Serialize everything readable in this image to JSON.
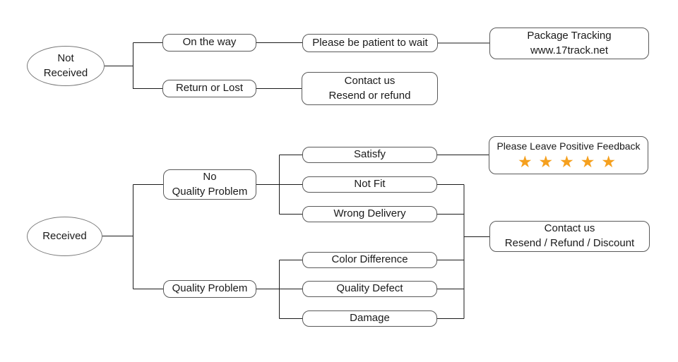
{
  "diagram": {
    "background_color": "#ffffff",
    "line_color": "#1a1a1a",
    "star_color": "#f5a01e",
    "not_received_flow": {
      "root": "Not\nReceived",
      "on_the_way": "On the way",
      "please_be_patient": "Please be patient to wait",
      "package_tracking": "Package Tracking\nwww.17track.net",
      "return_or_lost": "Return or Lost",
      "contact_us": "Contact us\nResend or refund"
    },
    "received_flow": {
      "root": "Received",
      "no_quality_problem": "No\nQuality Problem",
      "satisfy": "Satisfy",
      "not_fit": "Not Fit",
      "wrong_delivery": "Wrong Delivery",
      "feedback_title": "Please Leave Positive Feedback",
      "feedback_stars": "★★★★★",
      "feedback_star_count": "5",
      "quality_problem": "Quality Problem",
      "color_difference": "Color Difference",
      "quality_defect": "Quality Defect",
      "damage": "Damage",
      "contact_us": "Contact us\nResend / Refund / Discount"
    }
  }
}
